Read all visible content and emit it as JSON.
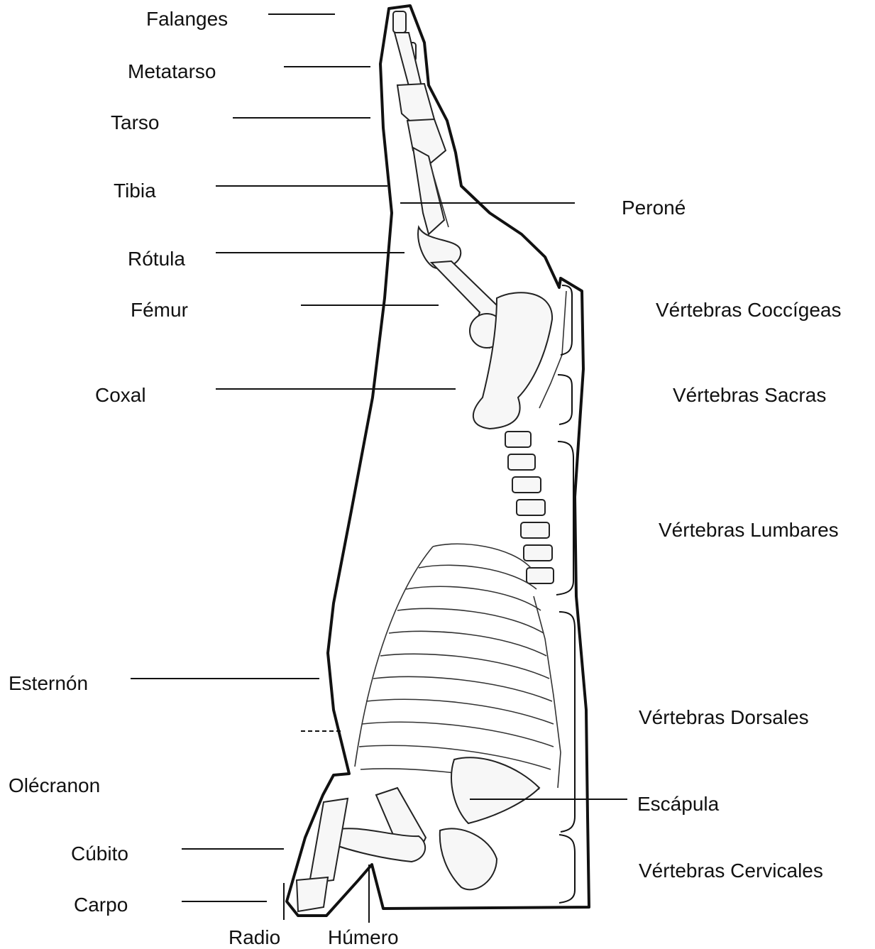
{
  "labels": {
    "falanges": "Falanges",
    "metatarso": "Metatarso",
    "tarso": "Tarso",
    "tibia": "Tibia",
    "perone": "Peroné",
    "rotula": "Rótula",
    "femur": "Fémur",
    "coxal": "Coxal",
    "esternon": "Esternón",
    "olecranon": "Olécranon",
    "cubito": "Cúbito",
    "carpo": "Carpo",
    "radio": "Radio",
    "humero": "Húmero",
    "escapula": "Escápula",
    "v_coccigeas": "Vértebras Coccígeas",
    "v_sacras": "Vértebras Sacras",
    "v_lumbares": "Vértebras Lumbares",
    "v_dorsales": "Vértebras Dorsales",
    "v_cervicales": "Vértebras Cervicales"
  }
}
